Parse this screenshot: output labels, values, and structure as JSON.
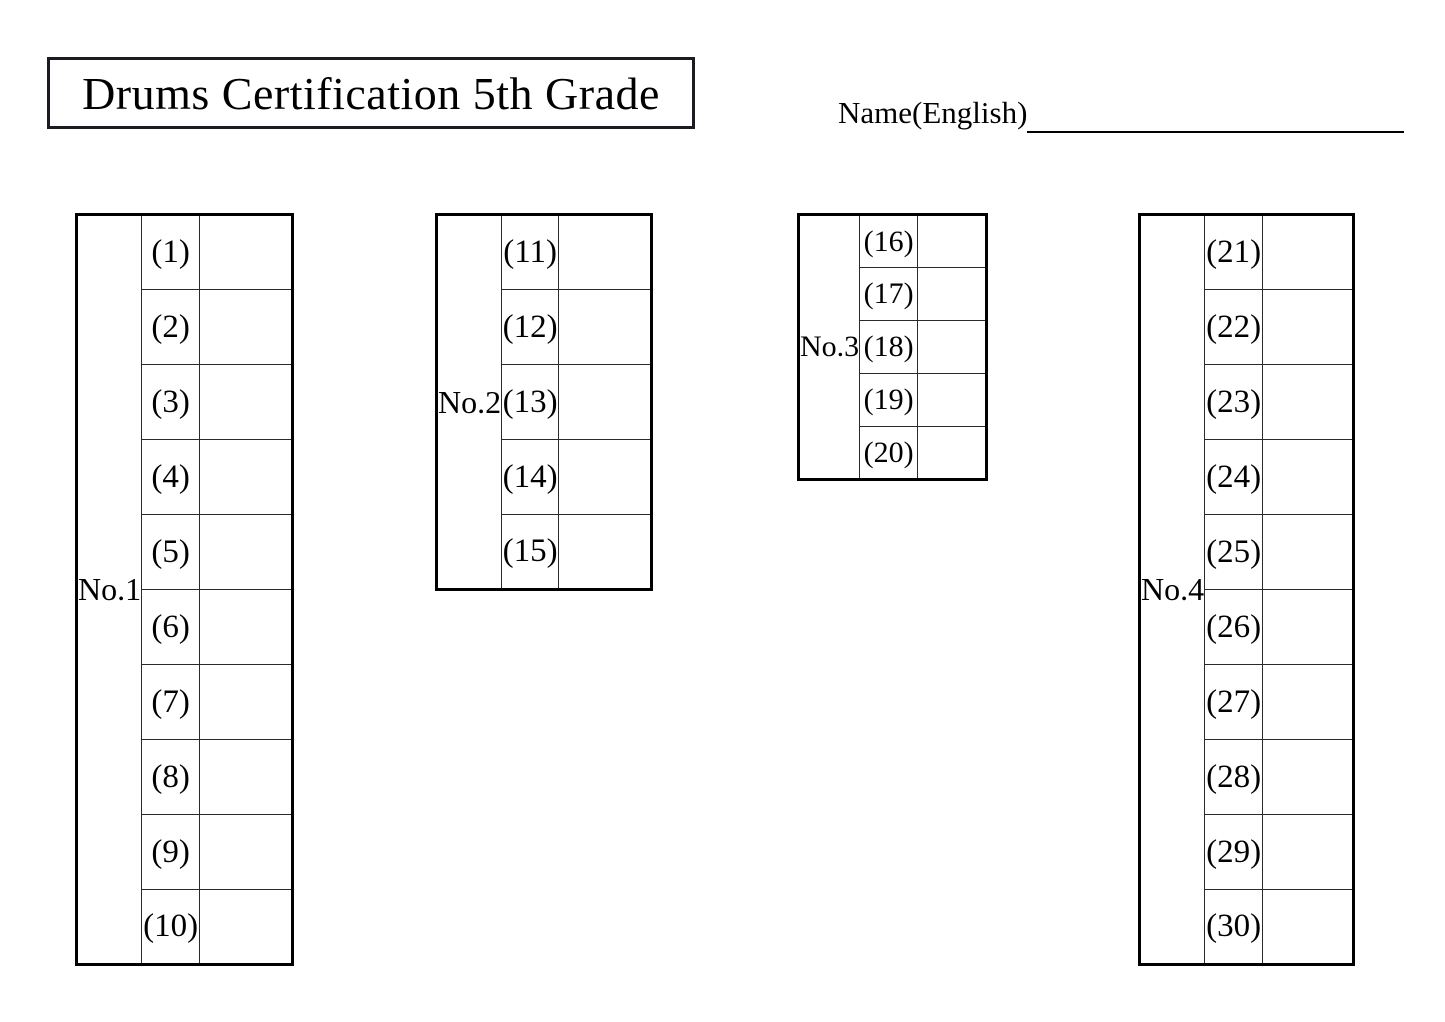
{
  "title": "Drums Certification 5th Grade",
  "name_field": {
    "label": "Name(English)",
    "value": ""
  },
  "tables": [
    {
      "label": "No.1",
      "rows": [
        {
          "num": "(1)",
          "answer": ""
        },
        {
          "num": "(2)",
          "answer": ""
        },
        {
          "num": "(3)",
          "answer": ""
        },
        {
          "num": "(4)",
          "answer": ""
        },
        {
          "num": "(5)",
          "answer": ""
        },
        {
          "num": "(6)",
          "answer": ""
        },
        {
          "num": "(7)",
          "answer": ""
        },
        {
          "num": "(8)",
          "answer": ""
        },
        {
          "num": "(9)",
          "answer": ""
        },
        {
          "num": "(10)",
          "answer": ""
        }
      ]
    },
    {
      "label": "No.2",
      "rows": [
        {
          "num": "(11)",
          "answer": ""
        },
        {
          "num": "(12)",
          "answer": ""
        },
        {
          "num": "(13)",
          "answer": ""
        },
        {
          "num": "(14)",
          "answer": ""
        },
        {
          "num": "(15)",
          "answer": ""
        }
      ]
    },
    {
      "label": "No.3",
      "rows": [
        {
          "num": "(16)",
          "answer": ""
        },
        {
          "num": "(17)",
          "answer": ""
        },
        {
          "num": "(18)",
          "answer": ""
        },
        {
          "num": "(19)",
          "answer": ""
        },
        {
          "num": "(20)",
          "answer": ""
        }
      ]
    },
    {
      "label": "No.4",
      "rows": [
        {
          "num": "(21)",
          "answer": ""
        },
        {
          "num": "(22)",
          "answer": ""
        },
        {
          "num": "(23)",
          "answer": ""
        },
        {
          "num": "(24)",
          "answer": ""
        },
        {
          "num": "(25)",
          "answer": ""
        },
        {
          "num": "(26)",
          "answer": ""
        },
        {
          "num": "(27)",
          "answer": ""
        },
        {
          "num": "(28)",
          "answer": ""
        },
        {
          "num": "(29)",
          "answer": ""
        },
        {
          "num": "(30)",
          "answer": ""
        }
      ]
    }
  ]
}
